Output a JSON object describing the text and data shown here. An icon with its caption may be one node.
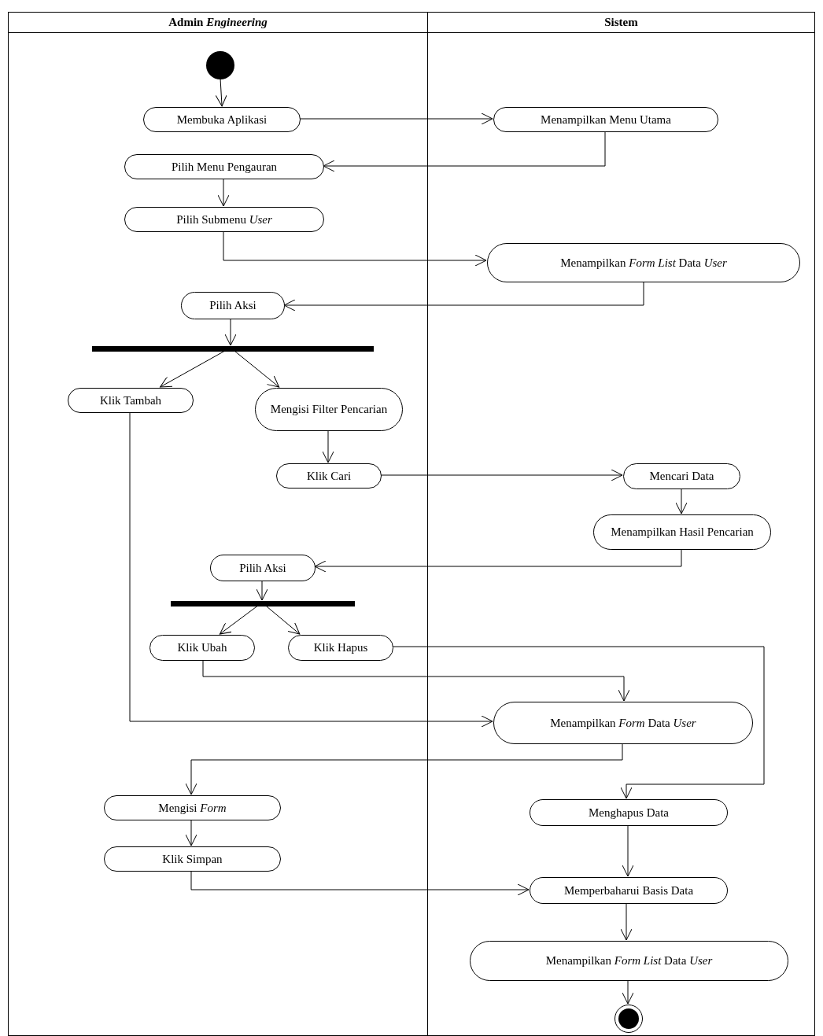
{
  "diagram": {
    "nodes": [
      {
        "text": [
          "Admin *Engineering*"
        ]
      },
      {
        "text": [
          "Sistem"
        ]
      },
      {
        "text": [],
        "shape": "circle",
        "in": 0
      },
      {
        "text": [
          "Membuka Aplikasi"
        ],
        "in": 0
      },
      {
        "text": [
          "Menampilkan Menu Utama"
        ],
        "in": 1
      },
      {
        "text": [
          "Pilih Menu Pengauran"
        ],
        "in": 0
      },
      {
        "text": [
          "Pilih Submenu *User*"
        ],
        "in": 0
      },
      {
        "text": [
          "Menampilkan *Form List* Data *User*"
        ],
        "in": 1
      },
      {
        "text": [
          "Pilih Aksi"
        ],
        "in": 0
      },
      {
        "text": [],
        "shape": "bar",
        "in": 0
      },
      {
        "text": [
          "Klik Tambah"
        ],
        "in": 0
      },
      {
        "text": [
          "Mengisi Filter Pencarian"
        ],
        "in": 0
      },
      {
        "text": [
          "Klik Cari"
        ],
        "in": 0
      },
      {
        "text": [
          "Mencari Data"
        ],
        "in": 1
      },
      {
        "text": [
          "Menampilkan Hasil Pencarian"
        ],
        "in": 1
      },
      {
        "text": [
          "Pilih Aksi"
        ],
        "in": 0
      },
      {
        "text": [],
        "shape": "bar",
        "in": 0
      },
      {
        "text": [
          "Klik Ubah"
        ],
        "in": 0
      },
      {
        "text": [
          "Klik Hapus"
        ],
        "in": 0
      },
      {
        "text": [
          "Menampilkan *Form* Data *User*"
        ],
        "in": 1
      },
      {
        "text": [
          "Mengisi *Form*"
        ],
        "in": 0
      },
      {
        "text": [
          "Klik Simpan"
        ],
        "in": 0
      },
      {
        "text": [
          "Menghapus Data"
        ],
        "in": 1
      },
      {
        "text": [
          "Memperbaharui Basis Data"
        ],
        "in": 1
      },
      {
        "text": [
          "Menampilkan *Form List* Data *User*"
        ],
        "in": 1
      },
      {
        "text": [],
        "shape": "circle",
        "in": 1
      }
    ],
    "edges": [
      {
        "from": 2,
        "to": 3,
        "arrow": "to"
      },
      {
        "from": 3,
        "to": 4,
        "arrow": "to"
      },
      {
        "from": 4,
        "to": 5,
        "arrow": "to"
      },
      {
        "from": 5,
        "to": 6,
        "arrow": "to"
      },
      {
        "from": 6,
        "to": 7,
        "arrow": "to"
      },
      {
        "from": 7,
        "to": 8,
        "arrow": "to"
      },
      {
        "from": 8,
        "to": 9,
        "arrow": "to"
      },
      {
        "from": 9,
        "to": 10,
        "arrow": "to"
      },
      {
        "from": 9,
        "to": 11,
        "arrow": "to"
      },
      {
        "from": 11,
        "to": 12,
        "arrow": "to"
      },
      {
        "from": 12,
        "to": 13,
        "arrow": "to"
      },
      {
        "from": 13,
        "to": 14,
        "arrow": "to"
      },
      {
        "from": 14,
        "to": 15,
        "arrow": "to"
      },
      {
        "from": 15,
        "to": 16,
        "arrow": "to"
      },
      {
        "from": 16,
        "to": 17,
        "arrow": "to"
      },
      {
        "from": 16,
        "to": 18,
        "arrow": "to"
      },
      {
        "from": 17,
        "to": 19,
        "arrow": "to"
      },
      {
        "from": 10,
        "to": 19,
        "arrow": "to"
      },
      {
        "from": 18,
        "to": 22,
        "arrow": "to"
      },
      {
        "from": 19,
        "to": 20,
        "arrow": "to"
      },
      {
        "from": 20,
        "to": 21,
        "arrow": "to"
      },
      {
        "from": 21,
        "to": 23,
        "arrow": "to"
      },
      {
        "from": 22,
        "to": 23,
        "arrow": "to"
      },
      {
        "from": 23,
        "to": 24,
        "arrow": "to"
      },
      {
        "from": 24,
        "to": 25,
        "arrow": "to"
      }
    ]
  }
}
